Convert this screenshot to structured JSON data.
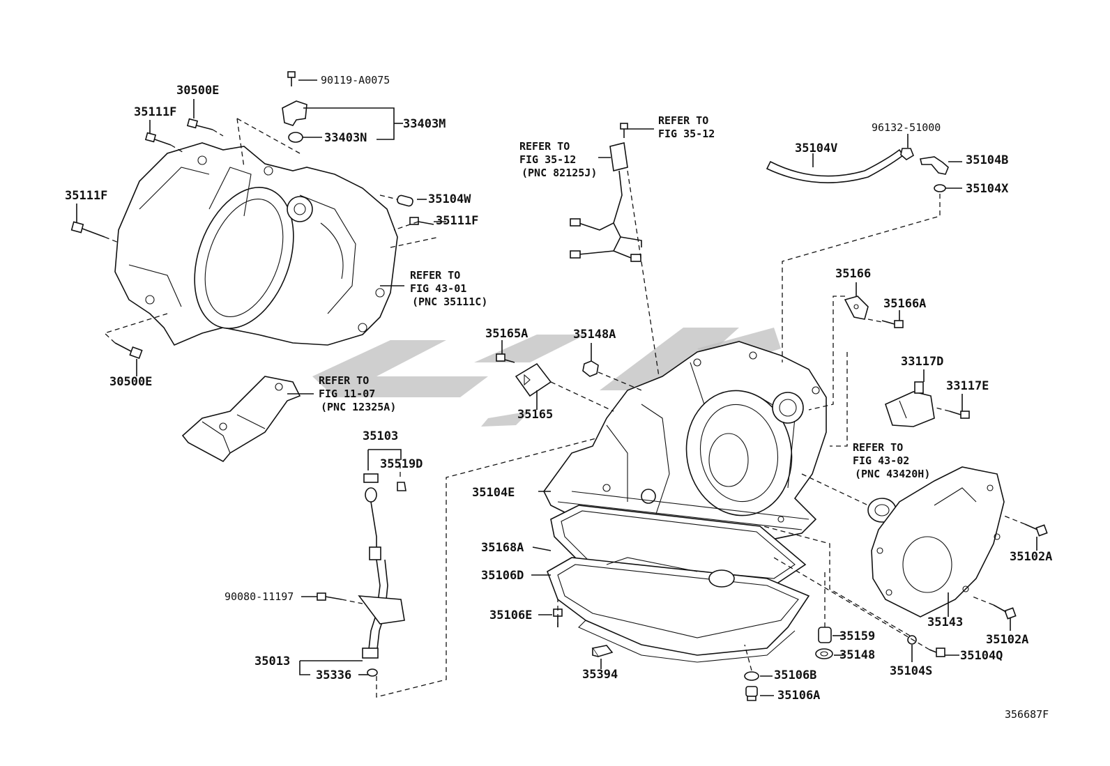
{
  "diagram": {
    "figure_code": "356687F",
    "parts": {
      "p_90119_A0075": "90119-A0075",
      "p_30500E_top": "30500E",
      "p_35111F_a": "35111F",
      "p_33403M": "33403M",
      "p_33403N": "33403N",
      "p_35111F_b": "35111F",
      "p_35104W": "35104W",
      "p_35111F_c": "35111F",
      "p_30500E_bot": "30500E",
      "p_96132_51000": "96132-51000",
      "p_35104V": "35104V",
      "p_35104B": "35104B",
      "p_35104X": "35104X",
      "p_35166": "35166",
      "p_35166A": "35166A",
      "p_33117D": "33117D",
      "p_33117E": "33117E",
      "p_35165A": "35165A",
      "p_35148A": "35148A",
      "p_35165": "35165",
      "p_35103": "35103",
      "p_35519D": "35519D",
      "p_35104E": "35104E",
      "p_35168A": "35168A",
      "p_35106D": "35106D",
      "p_90080_11197": "90080-11197",
      "p_35106E": "35106E",
      "p_35013": "35013",
      "p_35336": "35336",
      "p_35394": "35394",
      "p_35159": "35159",
      "p_35148": "35148",
      "p_35106B": "35106B",
      "p_35106A": "35106A",
      "p_35104S": "35104S",
      "p_35104Q": "35104Q",
      "p_35143": "35143",
      "p_35102A_top": "35102A",
      "p_35102A_bot": "35102A"
    },
    "references": {
      "ref_43_01": {
        "line1": "REFER TO",
        "line2": "FIG 43-01",
        "line3": "(PNC 35111C)"
      },
      "ref_35_12_left": {
        "line1": "REFER TO",
        "line2": "FIG 35-12",
        "line3": "(PNC 82125J)"
      },
      "ref_35_12_top": {
        "line1": "REFER TO",
        "line2": "FIG 35-12"
      },
      "ref_11_07": {
        "line1": "REFER TO",
        "line2": "FIG 11-07",
        "line3": "(PNC 12325A)"
      },
      "ref_43_02": {
        "line1": "REFER TO",
        "line2": "FIG 43-02",
        "line3": "(PNC 43420H)"
      }
    }
  }
}
